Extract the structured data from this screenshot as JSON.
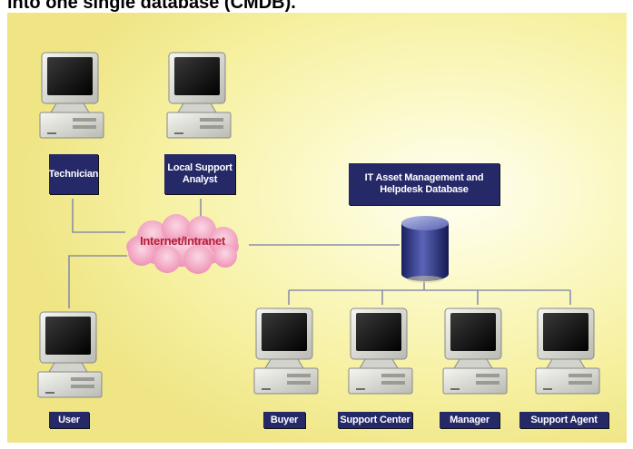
{
  "heading": "into one single database (CMDB).",
  "cloud_label": "Internet/Intranet",
  "database_label": {
    "line1": "IT Asset Management and",
    "line2": "Helpdesk Database"
  },
  "nodes": {
    "technician": "Technician",
    "local_support": {
      "line1": "Local Support",
      "line2": "Analyst"
    },
    "user": "User",
    "buyer": "Buyer",
    "support_center": "Support Center",
    "manager": "Manager",
    "support_agent": "Support Agent"
  },
  "colors": {
    "label_bg": "#262968",
    "label_text": "#ffffff",
    "cloud": "#f4a9c3",
    "cloud_text": "#b5203a",
    "database": "#2e3a8c",
    "background": "#f7f1a6"
  }
}
